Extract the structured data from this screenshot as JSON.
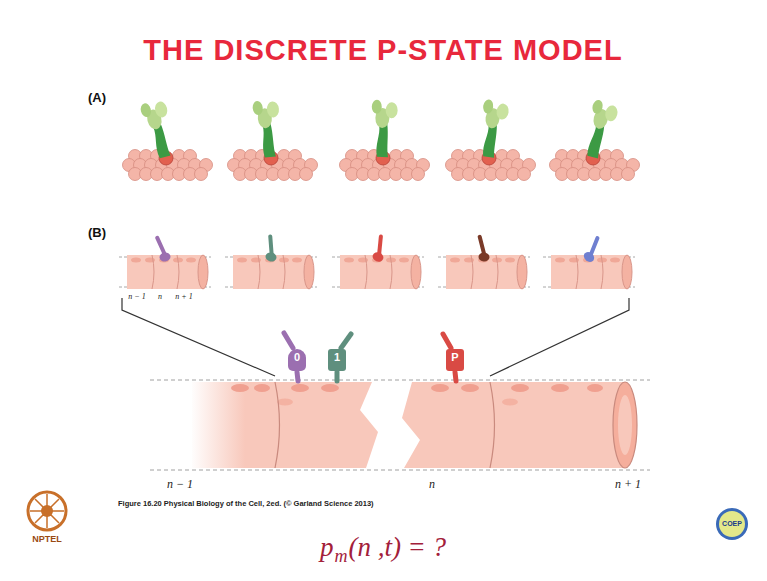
{
  "diagram": {
    "title": "THE DISCRETE P-STATE MODEL",
    "caption": "Figure 16.20 Physical Biology of the Cell, 2ed. (© Garland Science 2013)",
    "nodes": [
      {
        "text": [
          "0"
        ]
      },
      {
        "text": [
          "1"
        ]
      },
      {
        "text": [
          "P"
        ]
      }
    ],
    "labels": [
      "(A)",
      "(B)",
      "n − 1",
      "n",
      "n + 1",
      "n − 1",
      "n",
      "n + 1",
      "p",
      "m",
      "(n ,t) = ?",
      "NPTEL",
      "COEP"
    ]
  }
}
